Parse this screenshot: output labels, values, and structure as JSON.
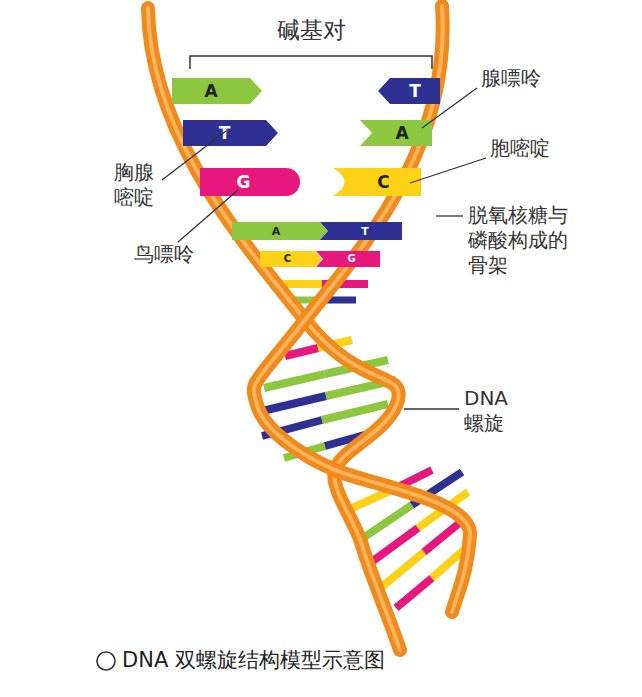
{
  "diagram": {
    "caption": "DNA 双螺旋结构模型示意图",
    "nodes": [
      {
        "text": [
          "A"
        ]
      },
      {
        "text": [
          "T"
        ]
      },
      {
        "text": [
          "T"
        ]
      },
      {
        "text": [
          "A"
        ]
      },
      {
        "text": [
          "G"
        ]
      },
      {
        "text": [
          "C"
        ]
      },
      {
        "text": [
          "A"
        ]
      },
      {
        "text": [
          "T"
        ]
      },
      {
        "text": [
          "C"
        ]
      },
      {
        "text": [
          "G"
        ]
      }
    ],
    "labels": [
      "碱基对",
      "腺嘌呤",
      "胞嘧啶",
      "胸腺嘧啶",
      "脱氧核糖与磷酸构成的骨架",
      "鸟嘌呤",
      "DNA 螺旋"
    ]
  }
}
